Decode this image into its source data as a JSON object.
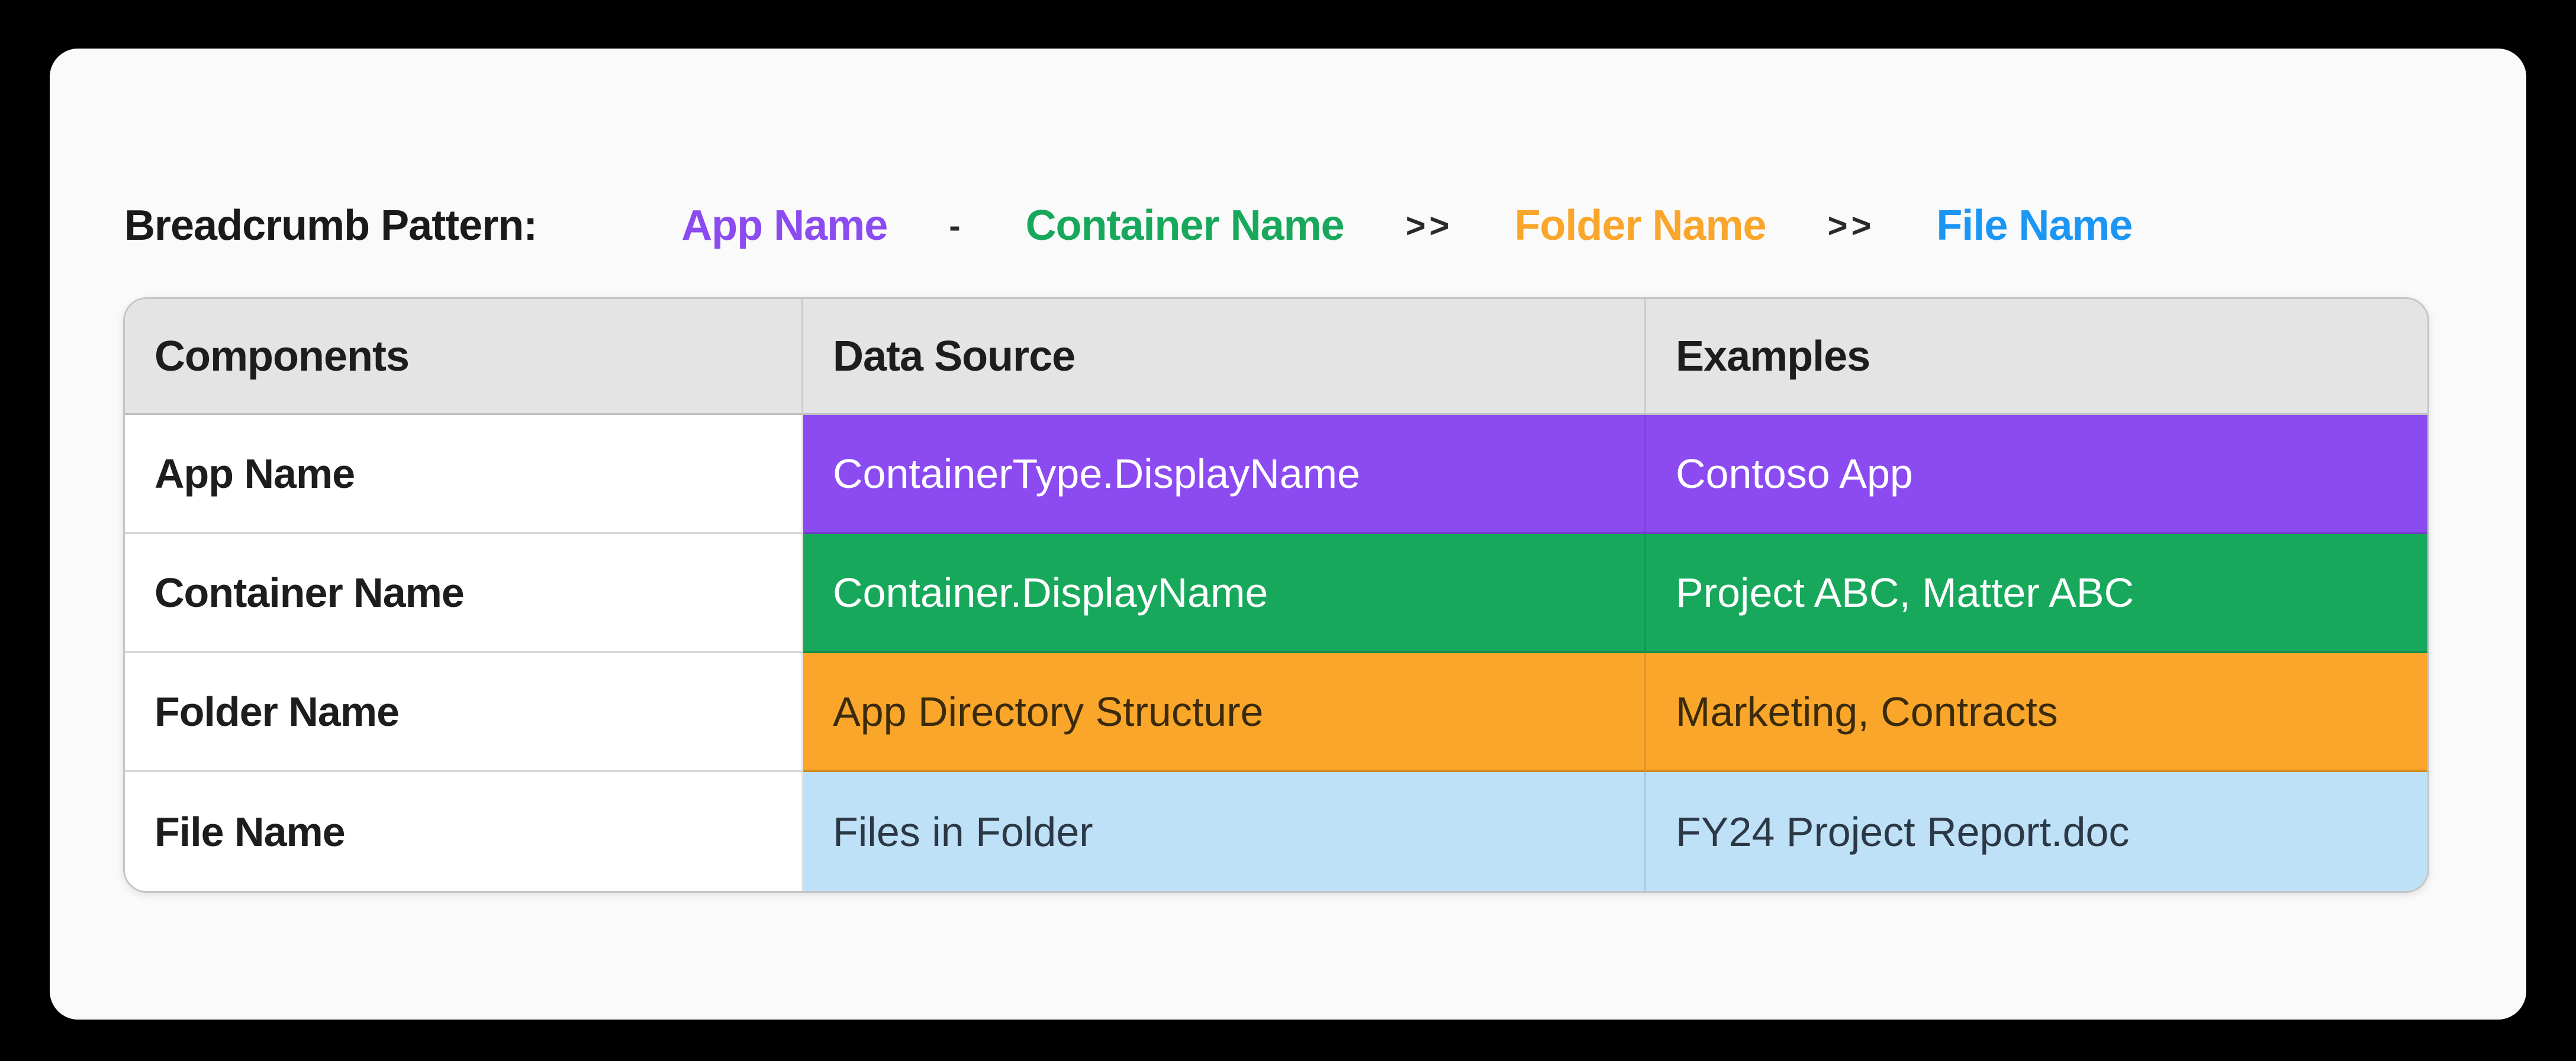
{
  "page": {
    "background_color": "#000000",
    "card_background_color": "#FAFAFA"
  },
  "breadcrumb_pattern": {
    "label": "Breadcrumb Pattern:",
    "items": [
      {
        "label": "App Name",
        "color": "#8B4BF0"
      },
      {
        "label": "Container Name",
        "color": "#18A85C"
      },
      {
        "label": "Folder Name",
        "color": "#F9A62B"
      },
      {
        "label": "File Name",
        "color": "#1C96F4"
      }
    ],
    "separators": [
      "-",
      ">>",
      ">>"
    ]
  },
  "table": {
    "columns": [
      "Components",
      "Data Source",
      "Examples"
    ],
    "header_background": "#E4E4E4",
    "rows": [
      {
        "component": "App Name",
        "data_source": "ContainerType.DisplayName",
        "example": "Contoso App",
        "row_color": "#8B4BF0",
        "text_color": "#FFFFFF"
      },
      {
        "component": "Container Name",
        "data_source": "Container.DisplayName",
        "example": "Project ABC, Matter ABC",
        "row_color": "#18A85C",
        "text_color": "#FFFFFF"
      },
      {
        "component": "Folder Name",
        "data_source": "App Directory Structure",
        "example": "Marketing, Contracts",
        "row_color": "#F9A62B",
        "text_color": "#3B2B0D"
      },
      {
        "component": "File Name",
        "data_source": "Files in Folder",
        "example": "FY24 Project Report.doc",
        "row_color": "#BEE1F8",
        "text_color": "#2C3845"
      }
    ]
  }
}
